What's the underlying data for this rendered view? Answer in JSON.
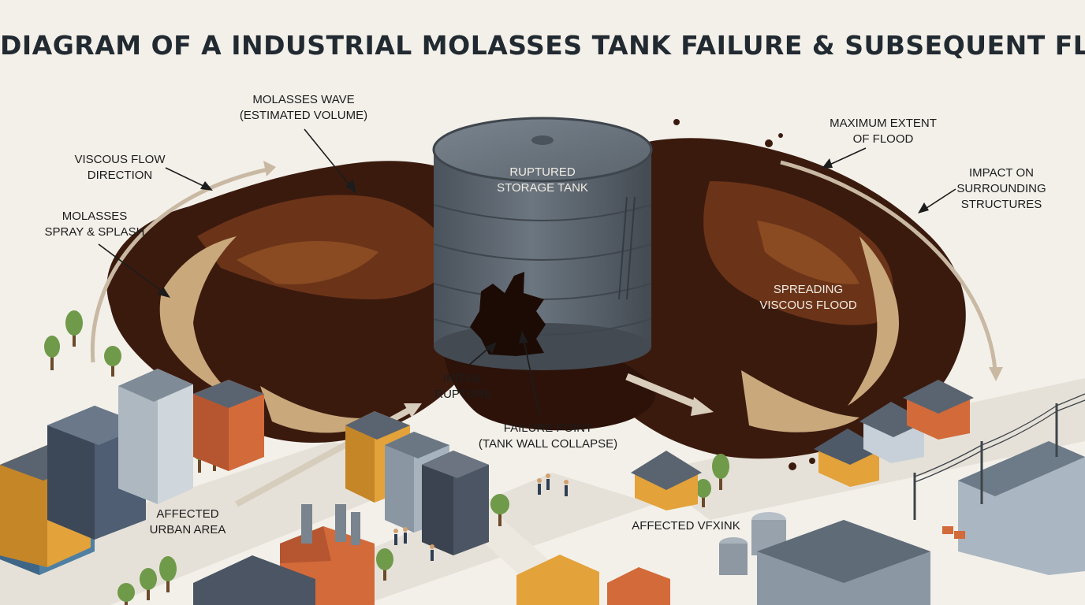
{
  "title": "DIAGRAM OF A INDUSTRIAL MOLASSES TANK FAILURE & SUBSEQUENT FLASH FLOOD",
  "labels": {
    "molasses_wave": [
      "MOLASSES WAVE",
      "(ESTIMATED VOLUME)"
    ],
    "viscous_flow": [
      "VISCOUS FLOW",
      "DIRECTION"
    ],
    "spray_splash": [
      "MOLASSES",
      "SPRAY & SPLASH"
    ],
    "ruptured_tank": [
      "RUPTURED",
      "STORAGE TANK"
    ],
    "maximum_extent": [
      "MAXIMUM EXTENT",
      "OF FLOOD"
    ],
    "impact": [
      "IMPACT ON",
      "SURROUNDING",
      "STRUCTURES"
    ],
    "spreading": [
      "SPREADING",
      "VISCOUS FLOOD"
    ],
    "initial_rupture": [
      "INITIAL",
      "RUPTURE"
    ],
    "failure_point": [
      "FAILURE POINT",
      "(TANK WALL COLLAPSE)"
    ],
    "affected_urban": [
      "AFFECTED",
      "URBAN AREA"
    ],
    "affected_right": [
      "AFFECTED VFXINK"
    ]
  },
  "colors": {
    "background": "#f3f0ea",
    "molasses": "#3b1a0e",
    "molasses_light": "#6b3418",
    "foam": "#c9a87c",
    "tank": "#5d6670",
    "title_text": "#222a31"
  }
}
